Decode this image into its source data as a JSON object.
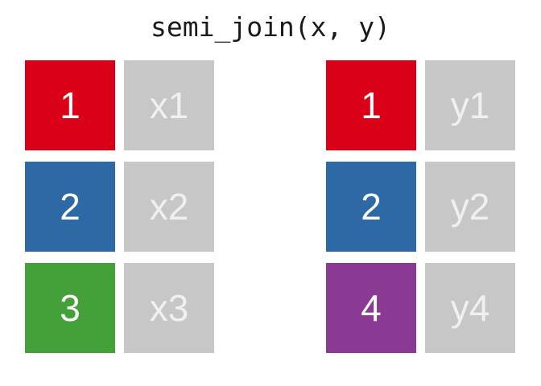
{
  "title": "semi_join(x, y)",
  "colors": {
    "background": "#ffffff",
    "title_text": "#1a1a1a",
    "cell_gray": "#c7c7c7",
    "key_text": "#ffffff",
    "value_text": "#f0f0f0",
    "key_red": "#da0018",
    "key_blue": "#2c69a5",
    "key_green": "#44a13a",
    "key_purple": "#8a3a92"
  },
  "tables": [
    {
      "name": "x",
      "rows": [
        {
          "key": "1",
          "value": "x1",
          "key_color": "#da0018"
        },
        {
          "key": "2",
          "value": "x2",
          "key_color": "#2c69a5"
        },
        {
          "key": "3",
          "value": "x3",
          "key_color": "#44a13a"
        }
      ]
    },
    {
      "name": "y",
      "rows": [
        {
          "key": "1",
          "value": "y1",
          "key_color": "#da0018"
        },
        {
          "key": "2",
          "value": "y2",
          "key_color": "#2c69a5"
        },
        {
          "key": "4",
          "value": "y4",
          "key_color": "#8a3a92"
        }
      ]
    }
  ]
}
